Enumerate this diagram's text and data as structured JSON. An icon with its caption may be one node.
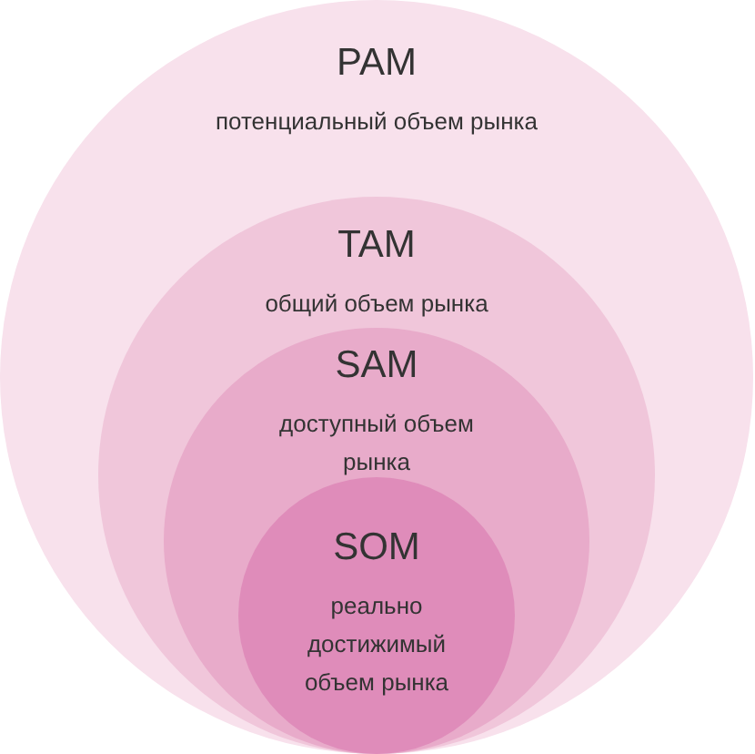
{
  "diagram": {
    "nodes": [
      {
        "text": [
          "PAM",
          "потенциальный объем рынка"
        ]
      },
      {
        "text": [
          "TAM",
          "общий объем рынка"
        ],
        "in": 0
      },
      {
        "text": [
          "SAM",
          "доступный объем рынка"
        ],
        "in": 1
      },
      {
        "text": [
          "SOM",
          "реально достижимый объем рынка"
        ],
        "in": 2
      }
    ]
  }
}
